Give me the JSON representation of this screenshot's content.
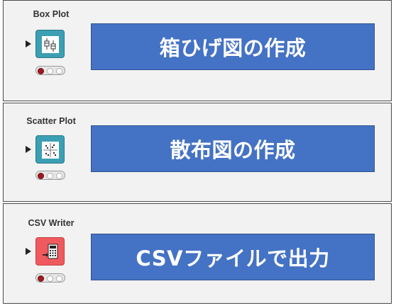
{
  "nodes": [
    {
      "title": "Box Plot",
      "description": "箱ひげ図の作成",
      "icon": "box-plot-icon",
      "icon_color": "#3c9fb3",
      "status": "not-configured"
    },
    {
      "title": "Scatter Plot",
      "description": "散布図の作成",
      "icon": "scatter-plot-icon",
      "icon_color": "#3c9fb3",
      "status": "not-configured"
    },
    {
      "title": "CSV Writer",
      "description": "CSVファイルで出力",
      "icon": "csv-writer-icon",
      "icon_color": "#f05a5e",
      "status": "not-configured"
    }
  ],
  "colors": {
    "panel_bg": "#f2f2f2",
    "label_bg": "#4472c4",
    "label_text": "#ffffff",
    "status_red": "#a01820"
  }
}
